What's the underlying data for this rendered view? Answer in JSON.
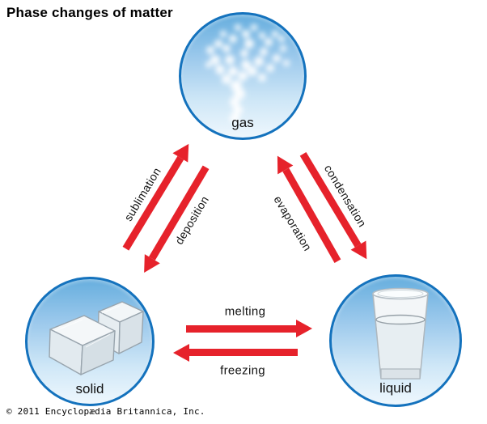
{
  "title": "Phase changes of matter",
  "copyright": "© 2011 Encyclopædia Britannica, Inc.",
  "nodes": {
    "gas": {
      "label": "gas",
      "illustration": "water-vapor-icon"
    },
    "solid": {
      "label": "solid",
      "illustration": "ice-cubes-icon"
    },
    "liquid": {
      "label": "liquid",
      "illustration": "water-glass-icon"
    }
  },
  "transitions": {
    "sublimation": {
      "label": "sublimation",
      "from": "solid",
      "to": "gas"
    },
    "deposition": {
      "label": "deposition",
      "from": "gas",
      "to": "solid"
    },
    "evaporation": {
      "label": "evaporation",
      "from": "liquid",
      "to": "gas"
    },
    "condensation": {
      "label": "condensation",
      "from": "gas",
      "to": "liquid"
    },
    "melting": {
      "label": "melting",
      "from": "solid",
      "to": "liquid"
    },
    "freezing": {
      "label": "freezing",
      "from": "liquid",
      "to": "solid"
    }
  },
  "colors": {
    "arrow_red": "#e6222b",
    "circle_border_blue": "#1472bd",
    "circle_fill_top": "#66aede",
    "circle_fill_bottom": "#eef7fd",
    "text_black": "#111111",
    "background": "#ffffff"
  }
}
